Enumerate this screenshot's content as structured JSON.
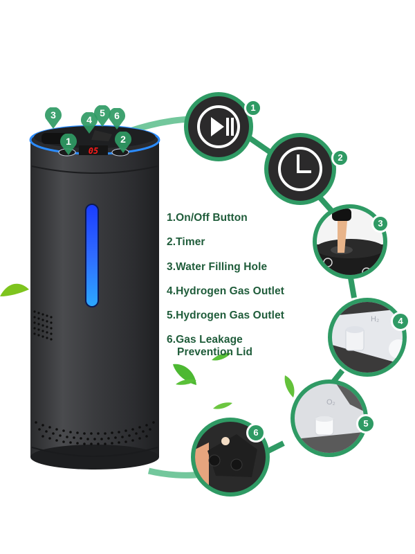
{
  "features": [
    {
      "number": "1",
      "label": "1.On/Off Button"
    },
    {
      "number": "2",
      "label": "2.Timer"
    },
    {
      "number": "3",
      "label": "3.Water Filling Hole"
    },
    {
      "number": "4",
      "label": "4.Hydrogen Gas Outlet"
    },
    {
      "number": "5",
      "label": "5.Hydrogen Gas Outlet"
    },
    {
      "number": "6",
      "label": "6.Gas Leakage",
      "label_line2": "Prevention Lid"
    }
  ],
  "device": {
    "display_text": "05",
    "pins": [
      "3",
      "4",
      "5",
      "6",
      "1",
      "2"
    ]
  },
  "detail_circles": [
    {
      "number": "1",
      "icon": "play-pause-icon"
    },
    {
      "number": "2",
      "icon": "clock-icon"
    },
    {
      "number": "3",
      "icon": "water-filling-photo"
    },
    {
      "number": "4",
      "icon": "hydrogen-outlet-photo",
      "marking": "H₂"
    },
    {
      "number": "5",
      "icon": "oxygen-outlet-photo",
      "marking": "O₂"
    },
    {
      "number": "6",
      "icon": "leakage-lid-photo"
    }
  ],
  "colors": {
    "accent_green": "#2f9a64",
    "text_green": "#1f5c3a",
    "device_body": "#3a3b3e",
    "led_blue": "#1f6bff",
    "display_red": "#ff1a1a"
  }
}
